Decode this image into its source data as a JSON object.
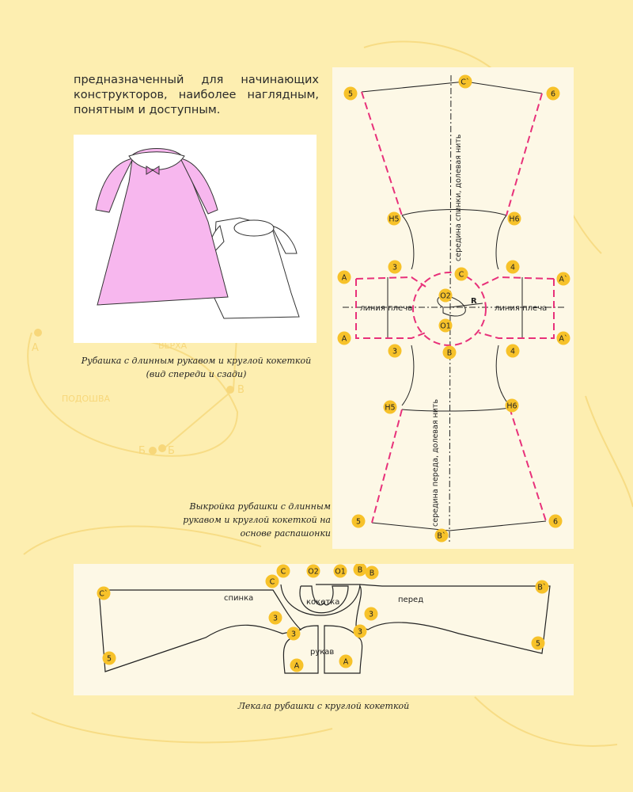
{
  "intro_text": "предназначенный для начинающих конструкторов, наиболее наглядным, понятным и доступным.",
  "watermark": {
    "top": "ВЕРХА",
    "sole": "ПОДОШВА",
    "a": "А",
    "b1": "Б",
    "b2": "Б",
    "v": "В"
  },
  "captions": {
    "dress": "Рубашка с длинным рукавом и круглой кокеткой (вид спереди и сзади)",
    "pattern": "Выкройка рубашки с длинным рукавом и круглой кокеткой на основе распашонки",
    "templates": "Лекала рубашки с круглой кокеткой"
  },
  "pattern": {
    "shoulder_line": "линия плеча",
    "back_center": "середина спинки, долевая нить",
    "front_center": "середина переда, долевая нить",
    "radius": "R",
    "markers": [
      "5",
      "C`",
      "6",
      "H5",
      "H6",
      "3",
      "4",
      "A",
      "A`",
      "C",
      "O2",
      "O1",
      "A",
      "A`",
      "3",
      "B",
      "4",
      "H5",
      "H6",
      "5",
      "6",
      "B`"
    ]
  },
  "templates": {
    "back": "спинка",
    "front": "перед",
    "yoke": "кокетка",
    "sleeve": "рукав",
    "markers": [
      "C",
      "O2",
      "O1",
      "B",
      "C",
      "B",
      "C`",
      "B`",
      "3",
      "3",
      "3",
      "3",
      "5",
      "5",
      "A",
      "A"
    ]
  },
  "colors": {
    "marker": "#f7c22a",
    "dashed": "#e8317a",
    "background": "#fdeeb0",
    "panel": "#fdf8e6"
  }
}
